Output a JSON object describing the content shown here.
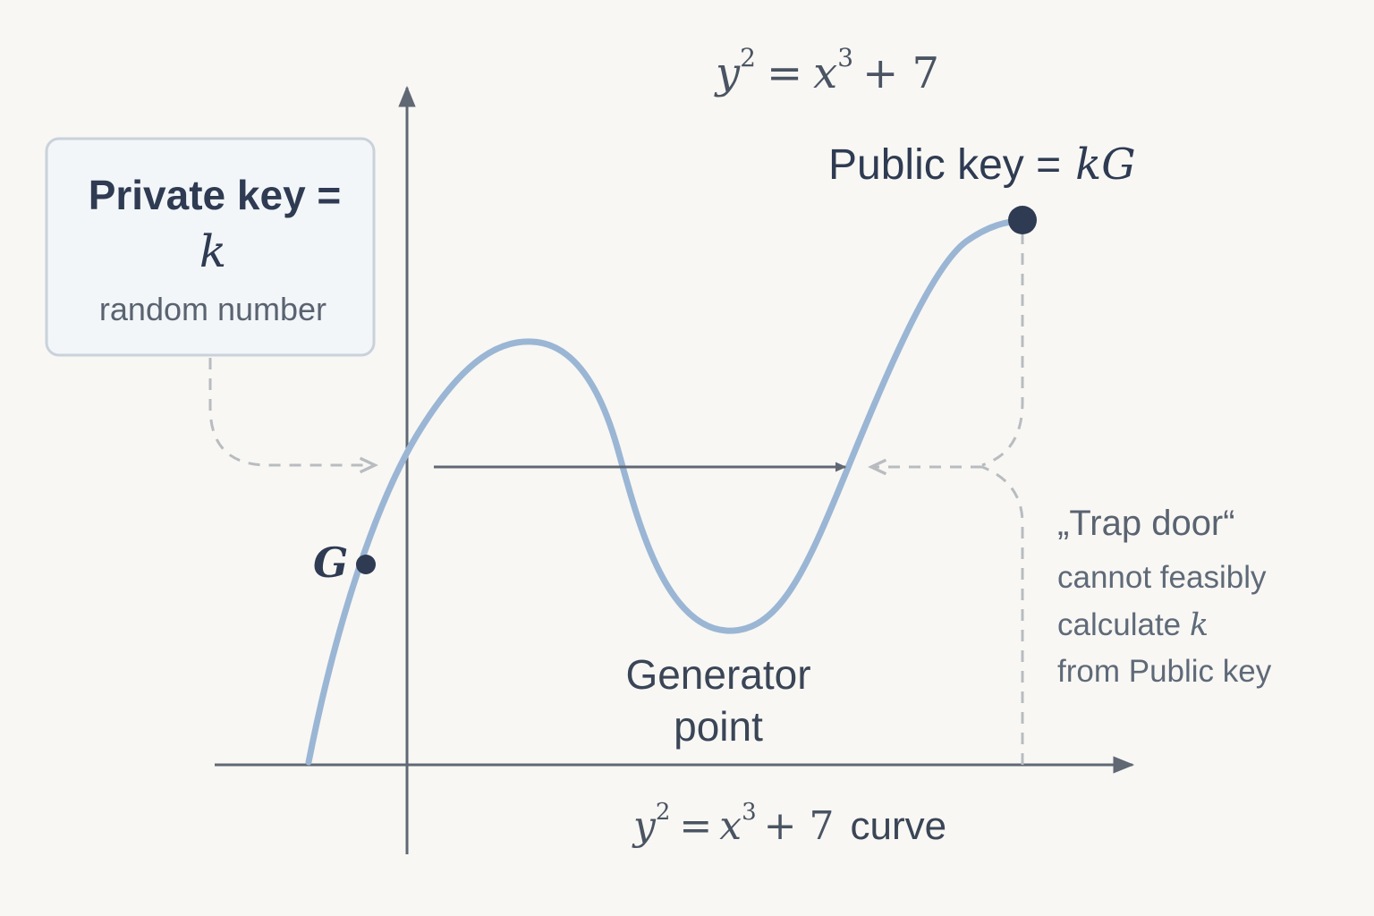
{
  "equation_top": {
    "y": "y",
    "exp2": "2",
    "eq": "=",
    "x": "x",
    "exp3": "3",
    "plus7": "+ 7"
  },
  "public_key": {
    "label": "Public key =",
    "math": "kG"
  },
  "private_key": {
    "label": "Private key =",
    "math": "k",
    "caption": "random number"
  },
  "generator": {
    "point_label": "G",
    "caption_line1": "Generator",
    "caption_line2": "point"
  },
  "trap_door": {
    "title": "„Trap door“",
    "line1": "cannot feasibly",
    "line2_text": "calculate ",
    "line2_math": "k",
    "line3": "from Public key"
  },
  "axis_caption": {
    "y": "y",
    "exp2": "2",
    "eq": "=",
    "x": "x",
    "exp3": "3",
    "plus7": "+ 7",
    "word": "curve"
  },
  "colors": {
    "curve": "#9ab6d4",
    "axis": "#5f6873",
    "point": "#2e3b52",
    "dashed": "#b8bcc0",
    "box_border": "#c9d2da",
    "box_fill": "#f3f6f9",
    "background": "#f8f7f4"
  }
}
